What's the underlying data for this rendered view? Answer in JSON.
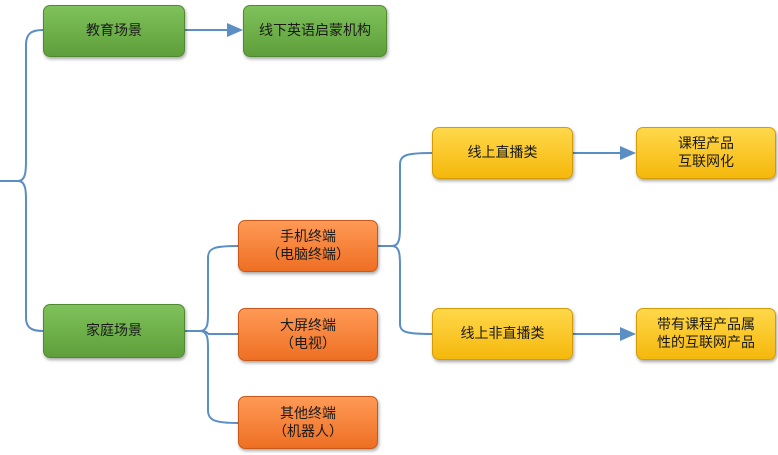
{
  "nodes": {
    "edu_scene": {
      "lines": [
        "教育场景"
      ]
    },
    "offline_english": {
      "lines": [
        "线下英语启蒙机构"
      ]
    },
    "home_scene": {
      "lines": [
        "家庭场景"
      ]
    },
    "phone_terminal": {
      "lines": [
        "手机终端",
        "（电脑终端）"
      ]
    },
    "tv_terminal": {
      "lines": [
        "大屏终端",
        "（电视）"
      ]
    },
    "other_terminal": {
      "lines": [
        "其他终端",
        "（机器人）"
      ]
    },
    "online_live": {
      "lines": [
        "线上直播类"
      ]
    },
    "online_nonlive": {
      "lines": [
        "线上非直播类"
      ]
    },
    "course_internet": {
      "lines": [
        "课程产品",
        "互联网化"
      ]
    },
    "internet_product": {
      "lines": [
        "带有课程产品属",
        "性的互联网产品"
      ]
    }
  },
  "colors": {
    "connector": "#5b8ec4",
    "green": "#6aab46",
    "orange": "#f47f33",
    "yellow": "#fcc419"
  }
}
